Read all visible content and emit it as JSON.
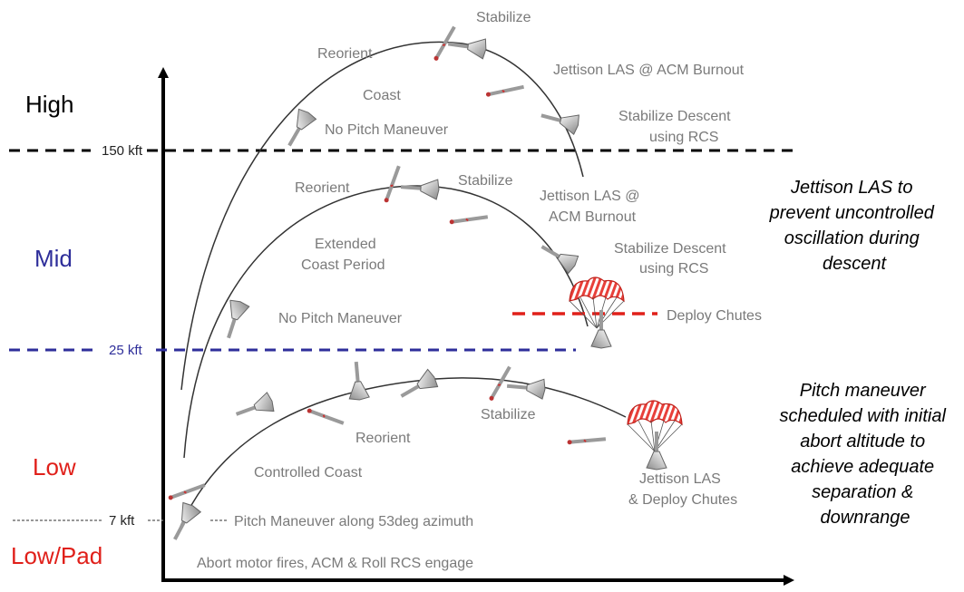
{
  "zones": {
    "high": {
      "label": "High",
      "color": "#000000"
    },
    "mid": {
      "label": "Mid",
      "color": "#2e2e9a"
    },
    "low": {
      "label": "Low",
      "color": "#e0201a"
    },
    "low_pad": {
      "label": "Low/Pad",
      "color": "#e0201a"
    }
  },
  "thresholds": {
    "kft150": "150 kft",
    "kft25": "25 kft",
    "kft7": "7 kft"
  },
  "high_path": {
    "reorient": "Reorient",
    "stabilize": "Stabilize",
    "coast": "Coast",
    "no_pitch": "No Pitch Maneuver",
    "jettison": "Jettison LAS @ ACM Burnout",
    "stab_desc_1": "Stabilize Descent",
    "stab_desc_2": "using RCS"
  },
  "mid_path": {
    "reorient": "Reorient",
    "stabilize": "Stabilize",
    "jettison_1": "Jettison LAS @",
    "jettison_2": "ACM Burnout",
    "extended_1": "Extended",
    "extended_2": "Coast Period",
    "stab_desc_1": "Stabilize Descent",
    "stab_desc_2": "using RCS",
    "no_pitch": "No Pitch Maneuver",
    "deploy": "Deploy Chutes"
  },
  "low_path": {
    "reorient": "Reorient",
    "stabilize": "Stabilize",
    "controlled_coast": "Controlled Coast",
    "jettison_1": "Jettison LAS",
    "jettison_2": "& Deploy Chutes",
    "pitch_maneuver": "Pitch Maneuver along 53deg azimuth",
    "abort_fires": "Abort motor fires, ACM & Roll RCS engage"
  },
  "notes": {
    "jettison_note": [
      "Jettison LAS to",
      "prevent uncontrolled",
      "oscillation during",
      "descent"
    ],
    "pitch_note": [
      "Pitch maneuver",
      "scheduled with initial",
      "abort altitude to",
      "achieve adequate",
      "separation &",
      "downrange"
    ]
  },
  "colors": {
    "line_high": "#000000",
    "line_mid": "#2e2e9a",
    "line_deploy": "#e0201a",
    "chute": "#e8403a"
  }
}
